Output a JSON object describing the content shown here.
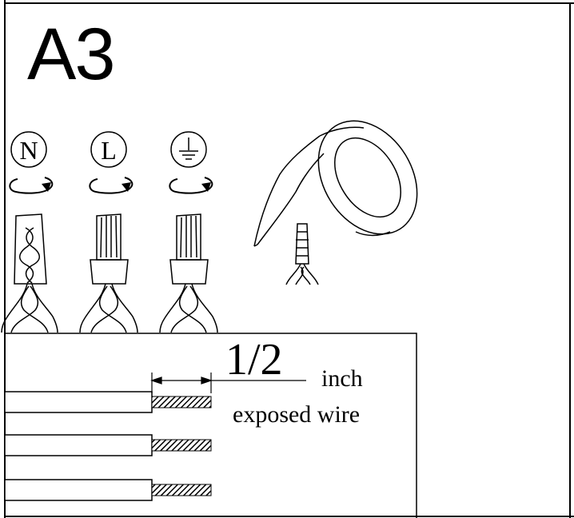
{
  "step": "A3",
  "terminals": [
    {
      "symbol": "N",
      "kind": "letter"
    },
    {
      "symbol": "L",
      "kind": "letter"
    },
    {
      "symbol": "",
      "kind": "ground"
    }
  ],
  "strip_length": {
    "fraction": "1/2",
    "unit": "inch",
    "caption": "exposed wire"
  },
  "colors": {
    "line": "#000000",
    "background": "#ffffff"
  },
  "icons": [
    "rotate-arrow-icon",
    "wire-nut-icon",
    "ground-symbol-icon",
    "electrical-tape-icon"
  ]
}
